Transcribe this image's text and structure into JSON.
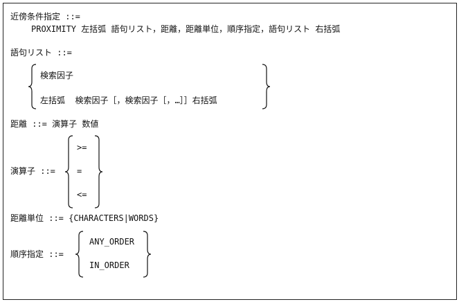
{
  "syntax": {
    "proximity": {
      "lhs": "近傍条件指定 ::=",
      "rhs": "PROXIMITY 左括弧 語句リスト，距離，距離単位，順序指定，語句リスト 右括弧"
    },
    "term_list": {
      "lhs": "語句リスト ::=",
      "alt1": "検索因子",
      "alt2": "左括弧  検索因子［，検索因子［，…］］右括弧"
    },
    "distance": {
      "line": "距離 ::= 演算子 数値"
    },
    "operator": {
      "lhs": "演算子 ::=",
      "options": [
        ">=",
        "=",
        "<="
      ]
    },
    "distance_unit": {
      "line": "距離単位 ::= {CHARACTERS|WORDS}"
    },
    "order": {
      "lhs": "順序指定 ::=",
      "options": [
        "ANY_ORDER",
        "IN_ORDER"
      ]
    }
  }
}
